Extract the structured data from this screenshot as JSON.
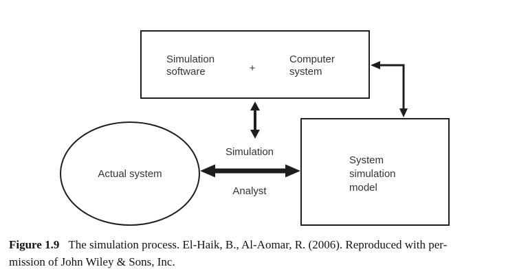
{
  "theme": {
    "ink": "#1e1e1e",
    "label_text": "#333333",
    "caption_text": "#121212",
    "background": "#ffffff"
  },
  "diagram": {
    "top_box": {
      "left_label": [
        "Simulation",
        "software"
      ],
      "operator": "+",
      "right_label": [
        "Computer",
        "system"
      ]
    },
    "actual_system": {
      "label": "Actual system"
    },
    "model_box": {
      "label": [
        "System",
        "simulation",
        "model"
      ]
    },
    "link_labels": {
      "above_arrow": "Simulation",
      "below_arrow": "Analyst"
    }
  },
  "caption": {
    "figure_label": "Figure 1.9",
    "line1_text": "The simulation process. El-Haik, B., Al-Aomar, R. (2006). Reproduced with per-",
    "line2_text": "mission of John Wiley & Sons, Inc."
  }
}
